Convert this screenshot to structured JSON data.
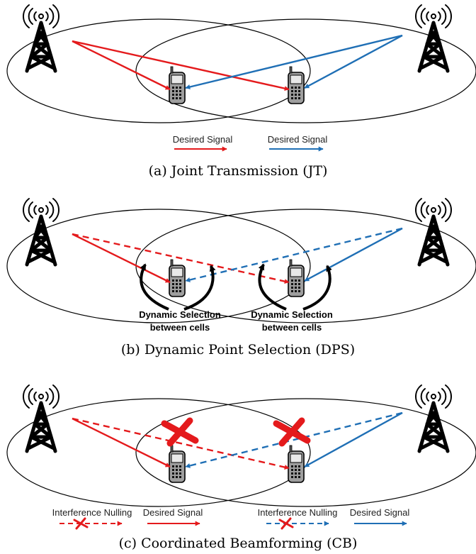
{
  "colors": {
    "cell_left": "#e41a1c",
    "cell_right": "#1f6fb5",
    "ellipse": "#000000",
    "tower": "#000000",
    "phone_body": "#9e9e9e"
  },
  "icons": [
    "tower-icon",
    "signal-waves-icon",
    "phone-icon",
    "cross-icon",
    "arrow-icon"
  ],
  "panel_a": {
    "caption": "(a) Joint Transmission (JT)",
    "legend": [
      "Desired Signal",
      "Desired Signal"
    ]
  },
  "panel_b": {
    "caption": "(b) Dynamic Point Selection (DPS)",
    "annotation_line1": "Dynamic Selection",
    "annotation_line2": "between cells"
  },
  "panel_c": {
    "caption": "(c) Coordinated Beamforming (CB)",
    "legend": [
      "Interference Nulling",
      "Desired Signal",
      "Interference Nulling",
      "Desired Signal"
    ]
  }
}
